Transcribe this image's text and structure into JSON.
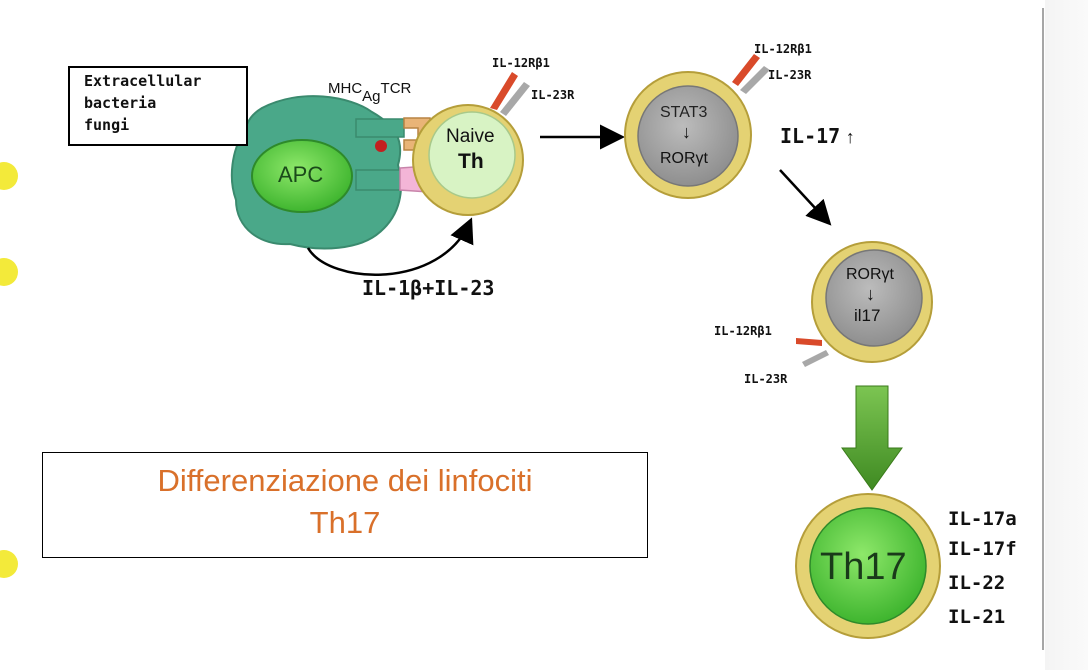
{
  "colors": {
    "cell_green": "#7edc5a",
    "cell_green_dark": "#3aa52a",
    "cell_gray": "#a8a8a8",
    "cell_ring": "#d8c25a",
    "apc_green": "#4aa889",
    "title_orange": "#d9702a",
    "bullet_yellow": "#f3ea3a",
    "arrow_green": "#4f9a2a"
  },
  "source_box": {
    "line1": "Extracellular",
    "line2": "bacteria",
    "line3": "fungi"
  },
  "apc": {
    "label": "APC"
  },
  "mhc_label": {
    "mhc": "MHC",
    "ag": "Ag",
    "tcr": "TCR"
  },
  "naive_cell": {
    "line1": "Naive",
    "line2": "Th"
  },
  "receptors_top": {
    "il12": "IL-12Rβ1",
    "il23": "IL-23R"
  },
  "stat_cell": {
    "top": "STAT3",
    "arrow": "↓",
    "bottom": "RORγt"
  },
  "receptors_stat": {
    "il12": "IL-12Rβ1",
    "il23": "IL-23R"
  },
  "il17_up": {
    "text": "IL-17",
    "arrow": "↑"
  },
  "cytokine_loop": "IL-1β+IL-23",
  "ror_cell": {
    "top": "RORγt",
    "arrow": "↓",
    "bottom": "il17"
  },
  "receptors_ror": {
    "il12": "IL-12Rβ1",
    "il23": "IL-23R"
  },
  "th17_cell": {
    "label": "Th17"
  },
  "th17_products": [
    "IL-17a",
    "IL-17f",
    "IL-22",
    "IL-21"
  ],
  "title": {
    "line1": "Differenziazione dei linfociti",
    "line2": "Th17"
  }
}
